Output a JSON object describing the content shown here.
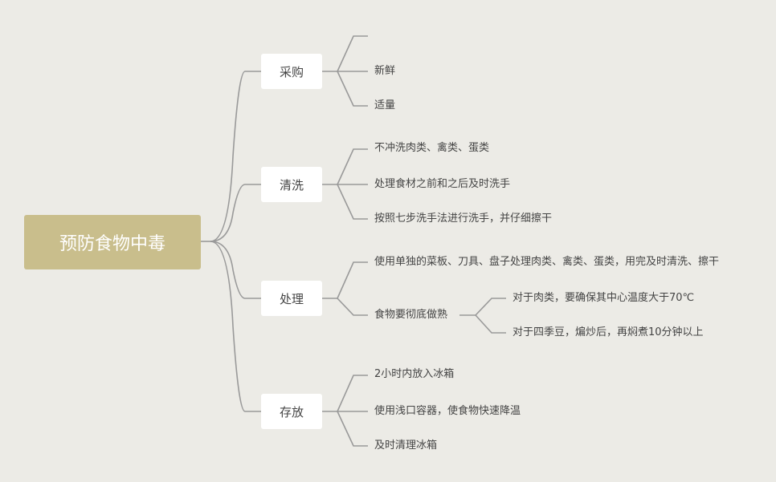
{
  "root": "预防食物中毒",
  "line_color": "#999999",
  "branches": [
    {
      "label": "采购",
      "items": [
        {
          "label": "新鲜"
        },
        {
          "label": "适量"
        }
      ]
    },
    {
      "label": "清洗",
      "items": [
        {
          "label": "不冲洗肉类、禽类、蛋类"
        },
        {
          "label": "处理食材之前和之后及时洗手"
        },
        {
          "label": "按照七步洗手法进行洗手，并仔细擦干"
        }
      ]
    },
    {
      "label": "处理",
      "items": [
        {
          "label": "使用单独的菜板、刀具、盘子处理肉类、禽类、蛋类，用完及时清洗、擦干"
        },
        {
          "label": "食物要彻底做熟",
          "items": [
            {
              "label": "对于肉类，要确保其中心温度大于70℃"
            },
            {
              "label": "对于四季豆，煸炒后，再焖煮10分钟以上"
            }
          ]
        }
      ]
    },
    {
      "label": "存放",
      "items": [
        {
          "label": "2小时内放入冰箱"
        },
        {
          "label": "使用浅口容器，使食物快速降温"
        },
        {
          "label": "及时清理冰箱"
        }
      ]
    }
  ]
}
